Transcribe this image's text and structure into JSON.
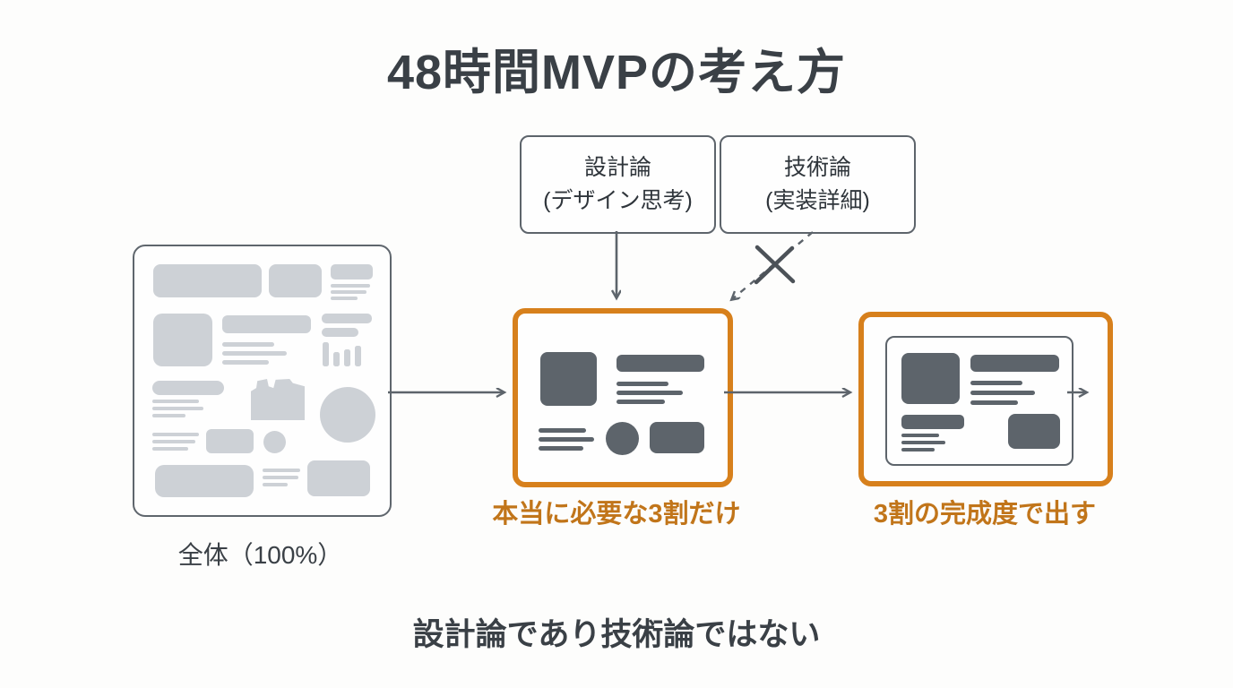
{
  "title": "48時間MVPの考え方",
  "concept_boxes": {
    "design": {
      "line1": "設計論",
      "line2": "(デザイン思考)"
    },
    "tech": {
      "line1": "技術論",
      "line2": "(実装詳細)"
    }
  },
  "stages": {
    "whole": {
      "label": "全体（100%）"
    },
    "mvp": {
      "label": "本当に必要な3割だけ"
    },
    "ship": {
      "label": "3割の完成度で出す"
    }
  },
  "footer_note": "設計論であり技術論ではない",
  "colors": {
    "accent_orange_border": "#d7801c",
    "accent_orange_text": "#c1751a",
    "dark_text": "#3a4046",
    "shape_dark": "#5d646b",
    "shape_light": "#cdd1d6",
    "line_gray": "#5d646b",
    "background": "#fdfdfc"
  }
}
